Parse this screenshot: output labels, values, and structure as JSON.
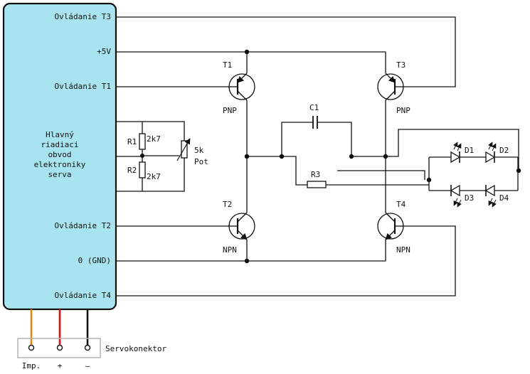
{
  "colors": {
    "controller_fill": "#a8e4ef",
    "wire": "#111111",
    "impulse_wire": "#e8860c",
    "plus_wire": "#dd1111",
    "minus_wire": "#111111",
    "connector_border": "#b4b4b4"
  },
  "controller": {
    "lines": [
      "Hlavný",
      "riadiaci",
      "obvod",
      "elektroniky",
      "serva"
    ],
    "pins": {
      "t3": "Ovládanie T3",
      "plus5v": "+5V",
      "t1": "Ovládanie T1",
      "t2": "Ovládanie T2",
      "gnd": "0 (GND)",
      "t4": "Ovládanie T4"
    }
  },
  "resistors": {
    "r1": "R1",
    "r1_value": "2k7",
    "r2": "R2",
    "r2_value": "2k7",
    "r3": "R3"
  },
  "potentiometer": {
    "value": "5k",
    "label": "Pot"
  },
  "capacitor": {
    "label": "C1"
  },
  "transistors": {
    "t1": {
      "name": "T1",
      "type": "PNP"
    },
    "t2": {
      "name": "T2",
      "type": "NPN"
    },
    "t3": {
      "name": "T3",
      "type": "PNP"
    },
    "t4": {
      "name": "T4",
      "type": "NPN"
    }
  },
  "leds": {
    "d1": "D1",
    "d2": "D2",
    "d3": "D3",
    "d4": "D4"
  },
  "connector": {
    "label": "Servokonektor",
    "pins": [
      "Imp.",
      "+",
      "–"
    ]
  }
}
